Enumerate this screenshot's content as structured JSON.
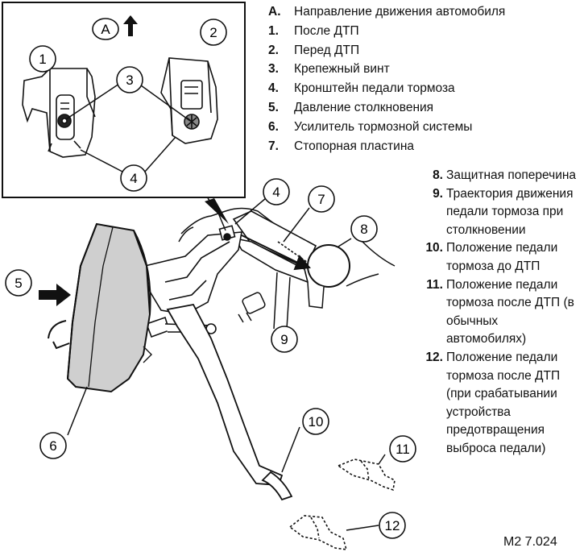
{
  "legend_top": [
    {
      "key": "A.",
      "text": "Направление движения автомобиля"
    },
    {
      "key": "1.",
      "text": "После ДТП"
    },
    {
      "key": "2.",
      "text": "Перед ДТП"
    },
    {
      "key": "3.",
      "text": "Крепежный винт"
    },
    {
      "key": "4.",
      "text": "Кронштейн педали тормоза"
    },
    {
      "key": "5.",
      "text": "Давление столкновения"
    },
    {
      "key": "6.",
      "text": "Усилитель тормозной системы"
    },
    {
      "key": "7.",
      "text": "Стопорная пластина"
    }
  ],
  "legend_right": [
    {
      "key": "8.",
      "text": "Защитная поперечина"
    },
    {
      "key": "9.",
      "text": "Траектория движения педали тормоза при столкновении"
    },
    {
      "key": "10.",
      "text": "Положение педали тормоза до ДТП"
    },
    {
      "key": "11.",
      "text": "Положение педали тормоза после ДТП (в обычных автомобилях)"
    },
    {
      "key": "12.",
      "text": "Положение педали тормоза после ДТП (при срабатывании устройства предотвращения выброса педали)"
    }
  ],
  "callouts": {
    "a": "A",
    "c1": "1",
    "c2": "2",
    "c3": "3",
    "c4_inset": "4",
    "c4": "4",
    "c5": "5",
    "c6": "6",
    "c7": "7",
    "c8": "8",
    "c9": "9",
    "c10": "10",
    "c11": "11",
    "c12": "12"
  },
  "figure_code": "M2 7.024",
  "colors": {
    "ink": "#111111",
    "paper": "#ffffff",
    "shade": "#d9d9d9"
  }
}
